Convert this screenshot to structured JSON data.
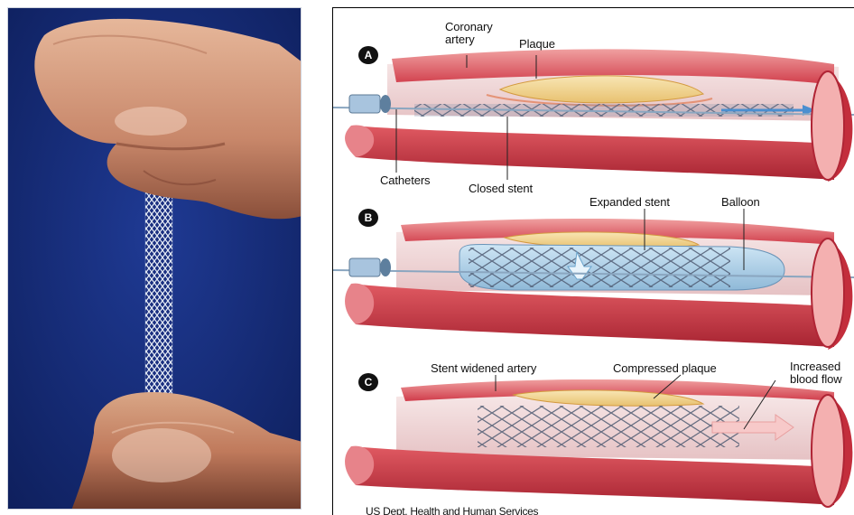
{
  "left_photo": {
    "subject": "hand holding a mesh stent",
    "background_color": "#142a78"
  },
  "diagram": {
    "panel_a": {
      "letter": "A",
      "labels": {
        "coronary_artery": "Coronary\nartery",
        "plaque": "Plaque",
        "catheters": "Catheters",
        "closed_stent": "Closed stent"
      }
    },
    "panel_b": {
      "letter": "B",
      "labels": {
        "expanded_stent": "Expanded stent",
        "balloon": "Balloon"
      }
    },
    "panel_c": {
      "letter": "C",
      "labels": {
        "stent_widened_artery": "Stent widened artery",
        "compressed_plaque": "Compressed plaque",
        "increased_blood_flow": "Increased\nblood flow"
      }
    },
    "credit": "US Dept. Health and Human Services"
  },
  "colors": {
    "artery_wall": "#d8404e",
    "artery_inner": "#f28a8a",
    "plaque": "#f0d48a",
    "stent": "#5d6a80",
    "catheter": "#9ab8d8",
    "balloon": "#b8d8ee"
  }
}
